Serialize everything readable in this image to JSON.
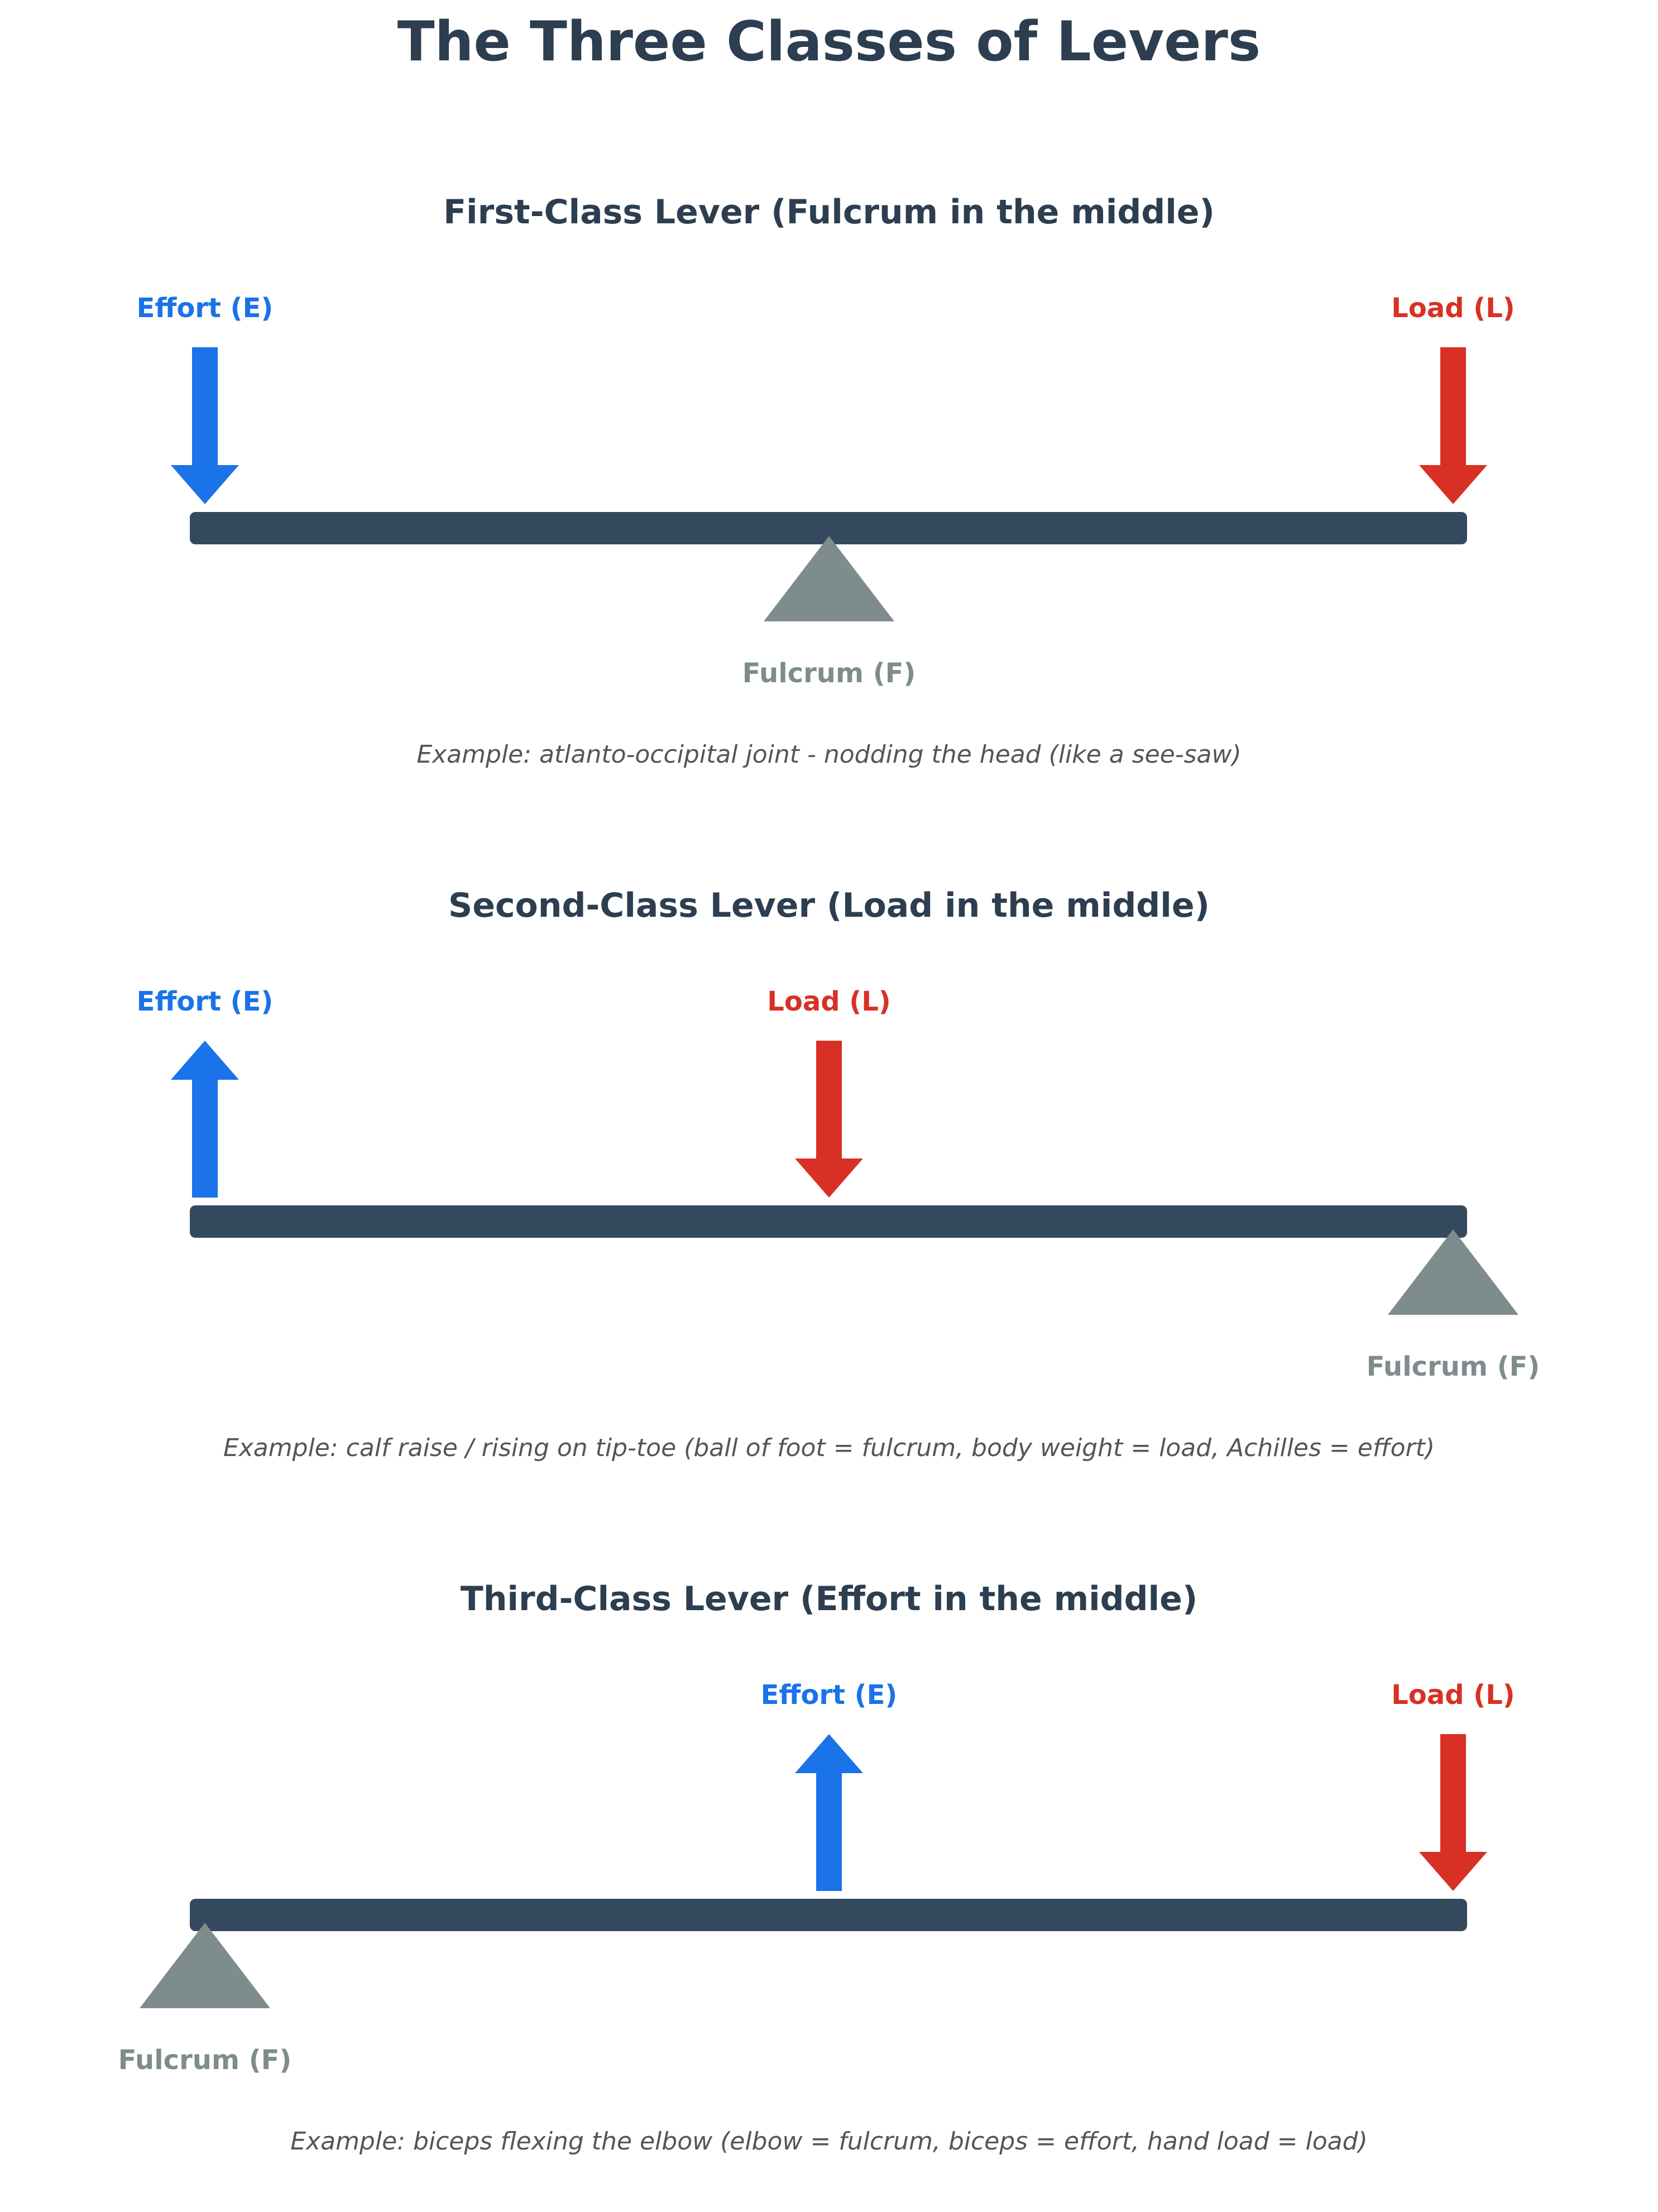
{
  "title": "The Three Classes of Levers",
  "colors": {
    "title": "#2c3e50",
    "beam": "#34495e",
    "effort": "#1a73e8",
    "load": "#d93025",
    "fulcrum": "#7f8c8d",
    "example": "#555555",
    "background": "#ffffff"
  },
  "panels": [
    {
      "title": "First-Class Lever (Fulcrum in the middle)",
      "effort": {
        "label": "Effort (E)",
        "position": "left",
        "direction": "down"
      },
      "load": {
        "label": "Load (L)",
        "position": "right",
        "direction": "down"
      },
      "fulcrum": {
        "label": "Fulcrum (F)",
        "position": "middle"
      },
      "example": "Example: atlanto-occipital joint - nodding the head (like a see-saw)"
    },
    {
      "title": "Second-Class Lever (Load in the middle)",
      "effort": {
        "label": "Effort (E)",
        "position": "left",
        "direction": "up"
      },
      "load": {
        "label": "Load (L)",
        "position": "middle",
        "direction": "down"
      },
      "fulcrum": {
        "label": "Fulcrum (F)",
        "position": "right"
      },
      "example": "Example: calf raise / rising on tip-toe (ball of foot = fulcrum, body weight = load, Achilles = effort)"
    },
    {
      "title": "Third-Class Lever (Effort in the middle)",
      "effort": {
        "label": "Effort (E)",
        "position": "middle",
        "direction": "up"
      },
      "load": {
        "label": "Load (L)",
        "position": "right",
        "direction": "down"
      },
      "fulcrum": {
        "label": "Fulcrum (F)",
        "position": "left"
      },
      "example": "Example: biceps flexing the elbow (elbow = fulcrum, biceps = effort, hand load = load)"
    }
  ]
}
